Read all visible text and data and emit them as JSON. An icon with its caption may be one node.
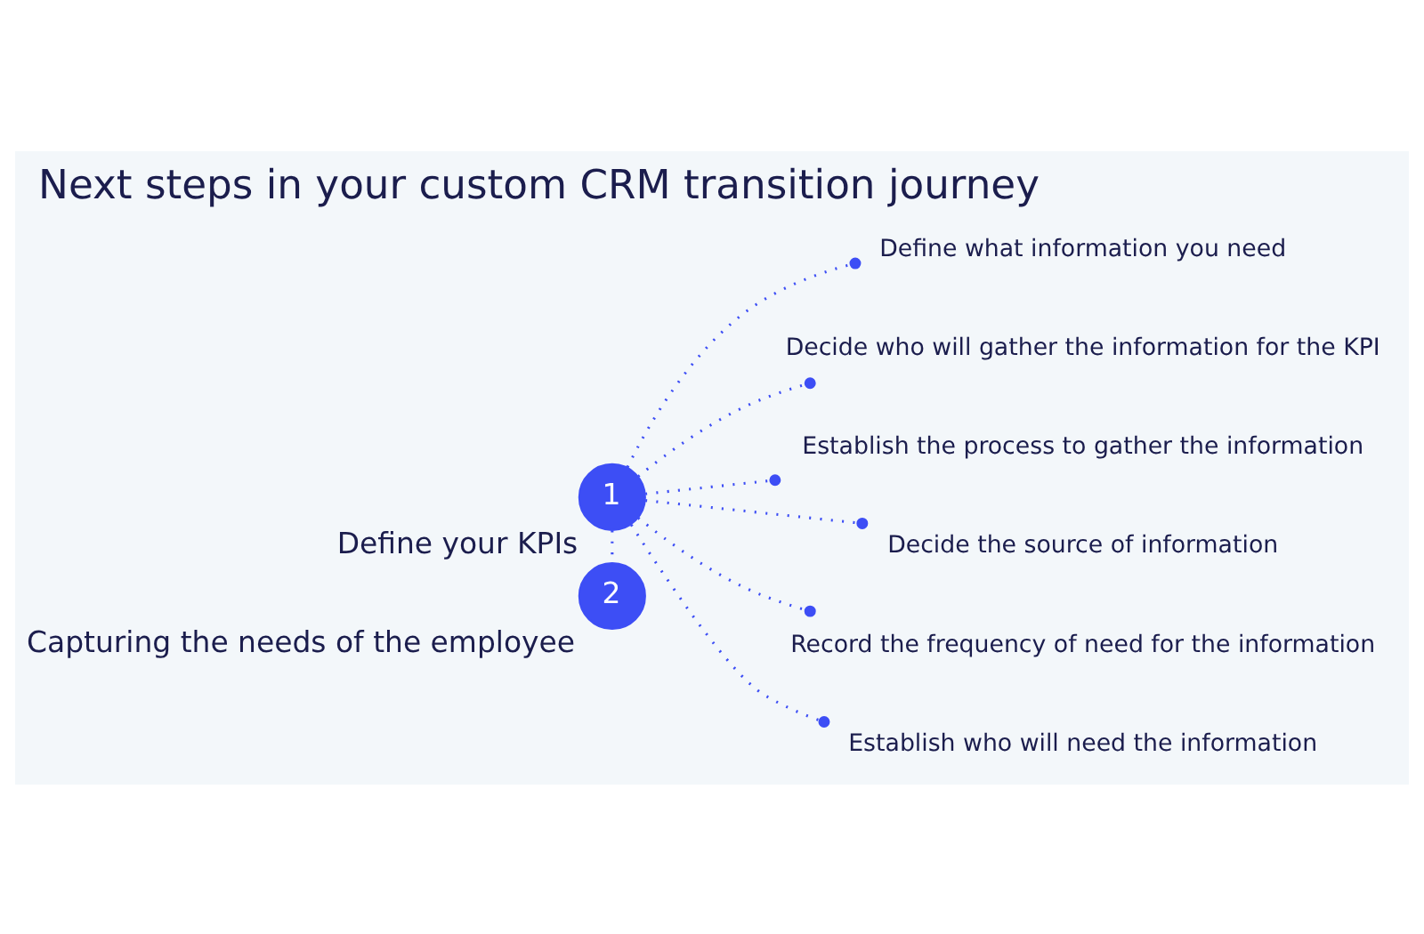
{
  "diagram": {
    "title": "Next steps in your custom CRM transition journey",
    "nodes": [
      {
        "text": [
          "1"
        ],
        "beside": [
          "Define your KPIs"
        ]
      },
      {
        "text": [
          "Define what information you need"
        ]
      },
      {
        "text": [
          "Decide who will gather the information for the KPI"
        ]
      },
      {
        "text": [
          "Establish the process to gather the information"
        ]
      },
      {
        "text": [
          "Decide the source of information"
        ]
      },
      {
        "text": [
          "Record the frequency of need for the information"
        ]
      },
      {
        "text": [
          "Establish who will need the information"
        ]
      },
      {
        "text": [
          "2"
        ],
        "beside": [
          "Capturing the needs of the employee"
        ]
      }
    ],
    "edges": [
      {
        "from": 0,
        "to": 1,
        "arrow": "other",
        "style": "dashed"
      },
      {
        "from": 0,
        "to": 2,
        "arrow": "other",
        "style": "dashed"
      },
      {
        "from": 0,
        "to": 3,
        "arrow": "other",
        "style": "dashed"
      },
      {
        "from": 0,
        "to": 4,
        "arrow": "other",
        "style": "dashed"
      },
      {
        "from": 0,
        "to": 5,
        "arrow": "other",
        "style": "dashed"
      },
      {
        "from": 0,
        "to": 6,
        "arrow": "other",
        "style": "dashed"
      },
      {
        "from": 0,
        "to": 7,
        "arrow": "none",
        "style": "dashed"
      }
    ]
  }
}
